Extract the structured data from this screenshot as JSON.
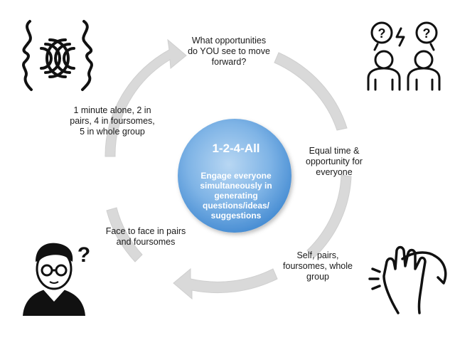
{
  "center": {
    "title": "1-2-4-All",
    "subtitle": "Engage everyone\nsimultaneously in\ngenerating\nquestions/ideas/\nsuggestions"
  },
  "labels": {
    "top": "What opportunities\ndo YOU see to move\nforward?",
    "right": "Equal time &\nopportunity for\neveryone",
    "bottom_right": "Self, pairs,\nfoursomes, whole\ngroup",
    "bottom_left": "Face to face  in pairs\nand foursomes",
    "left": "1 minute alone, 2 in\npairs, 4 in foursomes,\n5 in whole group"
  },
  "icons": {
    "top_left": "talking-faces-icon",
    "top_right": "question-people-icon",
    "bottom_left": "thinking-person-icon",
    "bottom_right": "high-five-icon"
  },
  "colors": {
    "arrow": "#d9d9d9",
    "circle_center": "#a9cdee",
    "circle_edge": "#4a8fd4",
    "icon": "#111111"
  }
}
